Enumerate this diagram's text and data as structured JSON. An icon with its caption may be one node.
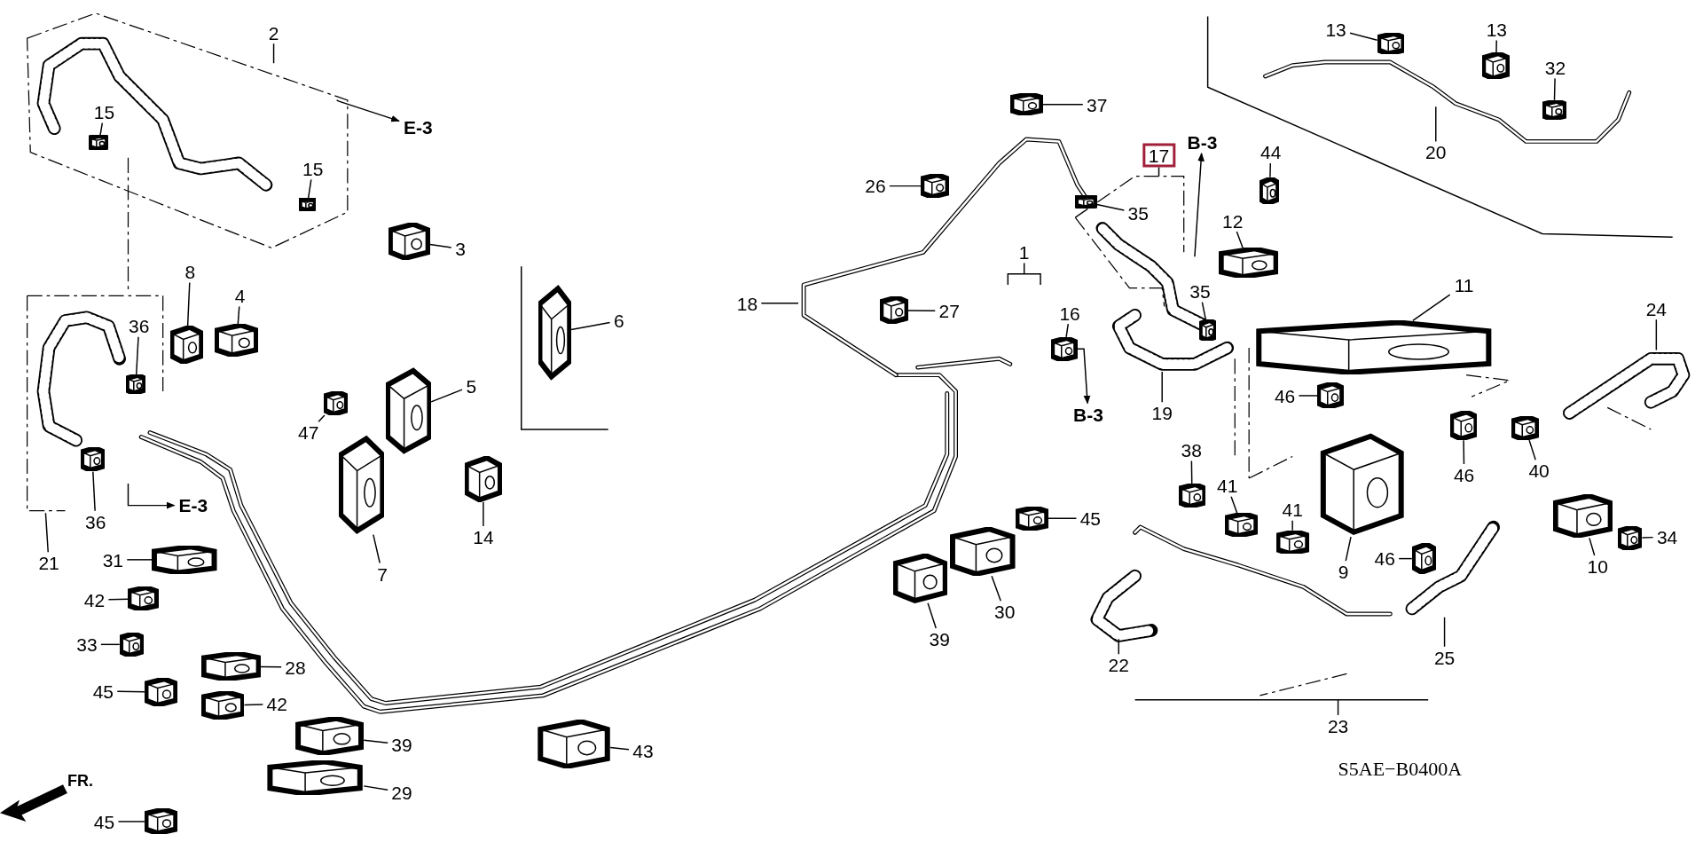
{
  "diagram": {
    "nodes": [
      {
        "text": [
          "2"
        ]
      },
      {
        "text": [
          "15"
        ]
      },
      {
        "text": [
          "15"
        ]
      },
      {
        "text": [
          "E-3"
        ]
      },
      {
        "text": [
          "3"
        ]
      },
      {
        "text": [
          "37"
        ]
      },
      {
        "text": [
          "17"
        ]
      },
      {
        "text": [
          "B-3"
        ]
      },
      {
        "text": [
          "13"
        ]
      },
      {
        "text": [
          "13"
        ]
      },
      {
        "text": [
          "32"
        ]
      },
      {
        "text": [
          "20"
        ]
      },
      {
        "text": [
          "26"
        ]
      },
      {
        "text": [
          "35"
        ]
      },
      {
        "text": [
          "44"
        ]
      },
      {
        "text": [
          "12"
        ]
      },
      {
        "text": [
          "6"
        ]
      },
      {
        "text": [
          "18"
        ]
      },
      {
        "text": [
          "1"
        ]
      },
      {
        "text": [
          "27"
        ]
      },
      {
        "text": [
          "16"
        ]
      },
      {
        "text": [
          "8"
        ]
      },
      {
        "text": [
          "4"
        ]
      },
      {
        "text": [
          "36"
        ]
      },
      {
        "text": [
          "24"
        ]
      },
      {
        "text": [
          "11"
        ]
      },
      {
        "text": [
          "35"
        ]
      },
      {
        "text": [
          "5"
        ]
      },
      {
        "text": [
          "19"
        ]
      },
      {
        "text": [
          "B-3"
        ]
      },
      {
        "text": [
          "47"
        ]
      },
      {
        "text": [
          "46"
        ]
      },
      {
        "text": [
          "38"
        ]
      },
      {
        "text": [
          "41"
        ]
      },
      {
        "text": [
          "46"
        ]
      },
      {
        "text": [
          "40"
        ]
      },
      {
        "text": [
          "14"
        ]
      },
      {
        "text": [
          "45"
        ]
      },
      {
        "text": [
          "36"
        ]
      },
      {
        "text": [
          "E-3"
        ]
      },
      {
        "text": [
          "41"
        ]
      },
      {
        "text": [
          "34"
        ]
      },
      {
        "text": [
          "21"
        ]
      },
      {
        "text": [
          "31"
        ]
      },
      {
        "text": [
          "7"
        ]
      },
      {
        "text": [
          "9"
        ]
      },
      {
        "text": [
          "46"
        ]
      },
      {
        "text": [
          "10"
        ]
      },
      {
        "text": [
          "42"
        ]
      },
      {
        "text": [
          "30"
        ]
      },
      {
        "text": [
          "39"
        ]
      },
      {
        "text": [
          "33"
        ]
      },
      {
        "text": [
          "28"
        ]
      },
      {
        "text": [
          "22"
        ]
      },
      {
        "text": [
          "25"
        ]
      },
      {
        "text": [
          "45"
        ]
      },
      {
        "text": [
          "42"
        ]
      },
      {
        "text": [
          "23"
        ]
      },
      {
        "text": [
          "39"
        ]
      },
      {
        "text": [
          "43"
        ]
      },
      {
        "text": [
          "29"
        ]
      },
      {
        "text": [
          "45"
        ]
      },
      {
        "text": [],
        "shape": "picture"
      },
      {
        "text": [],
        "shape": "picture"
      },
      {
        "text": [],
        "shape": "picture"
      },
      {
        "text": [],
        "shape": "picture"
      },
      {
        "text": [],
        "shape": "picture"
      },
      {
        "text": [],
        "shape": "picture"
      },
      {
        "text": [],
        "shape": "picture"
      },
      {
        "text": [],
        "shape": "picture"
      },
      {
        "text": [],
        "shape": "picture"
      },
      {
        "text": [],
        "shape": "picture"
      },
      {
        "text": [],
        "shape": "picture"
      },
      {
        "text": [],
        "shape": "picture"
      },
      {
        "text": [],
        "shape": "picture"
      },
      {
        "text": [],
        "shape": "picture"
      },
      {
        "text": [],
        "shape": "picture"
      },
      {
        "text": [],
        "shape": "picture"
      },
      {
        "text": [],
        "shape": "picture"
      },
      {
        "text": [],
        "shape": "picture"
      },
      {
        "text": [],
        "shape": "picture"
      },
      {
        "text": [],
        "shape": "picture"
      },
      {
        "text": [],
        "shape": "picture"
      },
      {
        "text": [],
        "shape": "picture"
      },
      {
        "text": [],
        "shape": "picture"
      },
      {
        "text": [],
        "shape": "picture"
      },
      {
        "text": [],
        "shape": "picture"
      },
      {
        "text": [],
        "shape": "picture"
      },
      {
        "text": [],
        "shape": "picture"
      },
      {
        "text": [],
        "shape": "picture"
      },
      {
        "text": [],
        "shape": "picture"
      },
      {
        "text": [],
        "shape": "picture"
      },
      {
        "text": [],
        "shape": "picture"
      },
      {
        "text": [],
        "shape": "picture"
      },
      {
        "text": [],
        "shape": "picture"
      },
      {
        "text": [],
        "shape": "picture"
      },
      {
        "text": [],
        "shape": "picture"
      },
      {
        "text": [],
        "shape": "picture"
      },
      {
        "text": [],
        "shape": "picture"
      },
      {
        "text": [],
        "shape": "picture"
      },
      {
        "text": [],
        "shape": "picture"
      },
      {
        "text": [],
        "shape": "picture"
      },
      {
        "text": [],
        "shape": "picture"
      },
      {
        "text": [],
        "shape": "picture"
      },
      {
        "text": [],
        "shape": "picture"
      },
      {
        "text": [],
        "shape": "picture"
      },
      {
        "text": [],
        "shape": "picture"
      },
      {
        "text": [],
        "shape": "picture"
      },
      {
        "text": [],
        "shape": "picture"
      }
    ],
    "edges": [
      {
        "from": 0,
        "to": null,
        "arrow": "none"
      },
      {
        "from": 1,
        "to": 62,
        "arrow": "none"
      },
      {
        "from": 2,
        "to": 63,
        "arrow": "none"
      },
      {
        "from": null,
        "to": 3,
        "arrow": "to"
      },
      {
        "from": 4,
        "to": 64,
        "arrow": "none"
      },
      {
        "from": 5,
        "to": 65,
        "arrow": "none"
      },
      {
        "from": 6,
        "to": null,
        "arrow": "none"
      },
      {
        "from": null,
        "to": 7,
        "arrow": "to"
      },
      {
        "from": 8,
        "to": 66,
        "arrow": "none"
      },
      {
        "from": 9,
        "to": 67,
        "arrow": "none"
      },
      {
        "from": 10,
        "to": 68,
        "arrow": "none"
      },
      {
        "from": 11,
        "to": null,
        "arrow": "none"
      },
      {
        "from": 12,
        "to": 69,
        "arrow": "none"
      },
      {
        "from": 13,
        "to": 70,
        "arrow": "none"
      },
      {
        "from": 14,
        "to": 71,
        "arrow": "none"
      },
      {
        "from": 15,
        "to": 72,
        "arrow": "none"
      },
      {
        "from": 16,
        "to": 73,
        "arrow": "none"
      },
      {
        "from": 17,
        "to": null,
        "arrow": "none"
      },
      {
        "from": 18,
        "to": null,
        "arrow": "none"
      },
      {
        "from": 19,
        "to": 74,
        "arrow": "none"
      },
      {
        "from": 20,
        "to": 75,
        "arrow": "none"
      },
      {
        "from": 21,
        "to": 76,
        "arrow": "none"
      },
      {
        "from": 22,
        "to": 77,
        "arrow": "none"
      },
      {
        "from": 23,
        "to": 78,
        "arrow": "none"
      },
      {
        "from": 24,
        "to": null,
        "arrow": "none"
      },
      {
        "from": 25,
        "to": 79,
        "arrow": "none"
      },
      {
        "from": 26,
        "to": 80,
        "arrow": "none"
      },
      {
        "from": 27,
        "to": 81,
        "arrow": "none"
      },
      {
        "from": 28,
        "to": null,
        "arrow": "none"
      },
      {
        "from": 75,
        "to": 29,
        "arrow": "to"
      },
      {
        "from": 30,
        "to": 82,
        "arrow": "none"
      },
      {
        "from": 31,
        "to": 83,
        "arrow": "none"
      },
      {
        "from": 32,
        "to": 84,
        "arrow": "none"
      },
      {
        "from": 33,
        "to": 85,
        "arrow": "none"
      },
      {
        "from": 34,
        "to": 86,
        "arrow": "none"
      },
      {
        "from": 35,
        "to": 87,
        "arrow": "none"
      },
      {
        "from": 36,
        "to": 88,
        "arrow": "none"
      },
      {
        "from": 37,
        "to": 89,
        "arrow": "none"
      },
      {
        "from": 38,
        "to": 90,
        "arrow": "none"
      },
      {
        "from": null,
        "to": 39,
        "arrow": "to"
      },
      {
        "from": 40,
        "to": 91,
        "arrow": "none"
      },
      {
        "from": 41,
        "to": 92,
        "arrow": "none"
      },
      {
        "from": 42,
        "to": null,
        "arrow": "none"
      },
      {
        "from": 43,
        "to": 93,
        "arrow": "none"
      },
      {
        "from": 44,
        "to": 94,
        "arrow": "none"
      },
      {
        "from": 45,
        "to": 95,
        "arrow": "none"
      },
      {
        "from": 46,
        "to": 96,
        "arrow": "none"
      },
      {
        "from": 47,
        "to": 97,
        "arrow": "none"
      },
      {
        "from": 48,
        "to": 98,
        "arrow": "none"
      },
      {
        "from": 49,
        "to": 99,
        "arrow": "none"
      },
      {
        "from": 50,
        "to": 100,
        "arrow": "none"
      },
      {
        "from": 51,
        "to": 101,
        "arrow": "none"
      },
      {
        "from": 52,
        "to": 102,
        "arrow": "none"
      },
      {
        "from": 53,
        "to": null,
        "arrow": "none"
      },
      {
        "from": 54,
        "to": null,
        "arrow": "none"
      },
      {
        "from": 55,
        "to": 103,
        "arrow": "none"
      },
      {
        "from": 56,
        "to": 104,
        "arrow": "none"
      },
      {
        "from": 57,
        "to": null,
        "arrow": "none"
      },
      {
        "from": 58,
        "to": 105,
        "arrow": "none"
      },
      {
        "from": 59,
        "to": 106,
        "arrow": "none"
      },
      {
        "from": 60,
        "to": 107,
        "arrow": "none"
      },
      {
        "from": 61,
        "to": 108,
        "arrow": "none"
      }
    ],
    "labels": [
      "S5AE−B0400A",
      "FR."
    ]
  }
}
